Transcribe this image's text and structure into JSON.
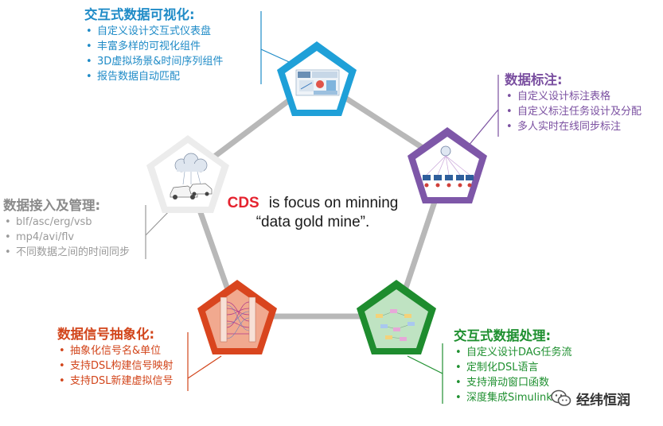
{
  "center": {
    "highlight": "CDS",
    "line1": "is focus on minning",
    "line2": "“data gold mine”."
  },
  "blocks": {
    "visualization": {
      "title": "交互式数据可视化:",
      "items": [
        "自定义设计交互式仪表盘",
        "丰富多样的可视化组件",
        "3D虚拟场景&时间序列组件",
        "报告数据自动匹配"
      ],
      "color": "#1f8bc7"
    },
    "annotation": {
      "title": "数据标注:",
      "items": [
        "自定义设计标注表格",
        "自定义标注任务设计及分配",
        "多人实时在线同步标注"
      ],
      "color": "#7a4fa0"
    },
    "ingestion": {
      "title": "数据接入及管理:",
      "items": [
        "blf/asc/erg/vsb",
        "mp4/avi/flv",
        "不同数据之间的时间同步"
      ],
      "color": "#8a8a8a"
    },
    "abstraction": {
      "title": "数据信号抽象化:",
      "items": [
        "抽象化信号名&单位",
        "支持DSL构建信号映射",
        "支持DSL新建虚拟信号"
      ],
      "color": "#d2451b"
    },
    "processing": {
      "title": "交互式数据处理:",
      "items": [
        "自定义设计DAG任务流",
        "定制化DSL语言",
        "支持滑动窗口函数",
        "深度集成Simulink"
      ],
      "color": "#1f9030"
    }
  },
  "watermark": {
    "text": "经纬恒润",
    "icon": "wechat-icon"
  },
  "nodes": [
    {
      "id": "visualization",
      "color": "#1fa0d8",
      "icon": "dashboard-screenshot-icon"
    },
    {
      "id": "annotation",
      "color": "#7e57a8",
      "icon": "annotation-network-icon"
    },
    {
      "id": "processing",
      "color": "#1e8c2e",
      "icon": "dag-flow-icon"
    },
    {
      "id": "abstraction",
      "color": "#d9451e",
      "icon": "signal-mapping-icon"
    },
    {
      "id": "ingestion",
      "color": "#ffffff",
      "icon": "cloud-cars-icon"
    }
  ]
}
